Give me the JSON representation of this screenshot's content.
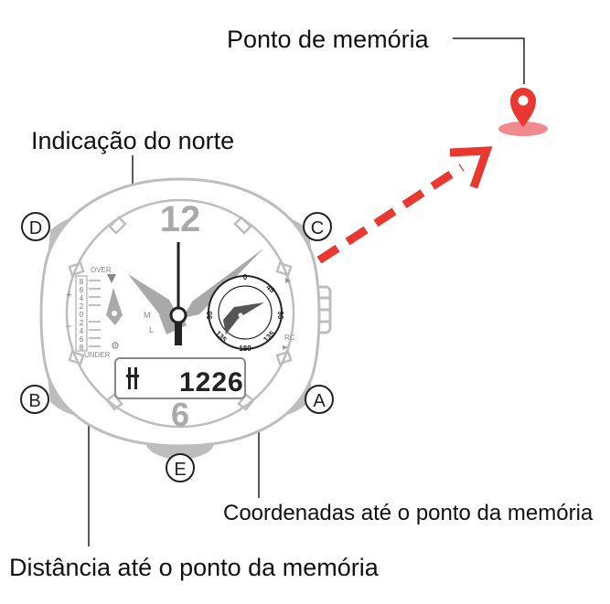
{
  "labels": {
    "memory_point": "Ponto de memória",
    "north_indication": "Indicação do norte",
    "coordinates": "Coordenadas até o ponto da memória",
    "distance": "Distância até o ponto da memória"
  },
  "buttons": {
    "a": "A",
    "b": "B",
    "c": "C",
    "d": "D",
    "e": "E"
  },
  "dial": {
    "twelve": "12",
    "six": "6",
    "m": "M",
    "l": "L",
    "over": "OVER",
    "under": "UNDER",
    "plus": "+",
    "minus": "–",
    "rc": "RC",
    "scale": [
      "8",
      "6",
      "4",
      "2",
      "0",
      "2",
      "4",
      "6",
      "8"
    ]
  },
  "subdial": {
    "ticks": [
      "0",
      "45",
      "90",
      "135",
      "180",
      "135",
      "90"
    ]
  },
  "lcd": {
    "value": "1226"
  },
  "colors": {
    "watch_gray": "#bdbdbd",
    "hand_gray": "#a9a9a9",
    "arrow_red": "#e8382f",
    "pin_red": "#e8382f",
    "pin_shadow": "#f08a8f"
  },
  "icons": [
    "location-pin-icon",
    "direction-arrow-icon",
    "north-hand-icon",
    "person-walking-icon"
  ]
}
